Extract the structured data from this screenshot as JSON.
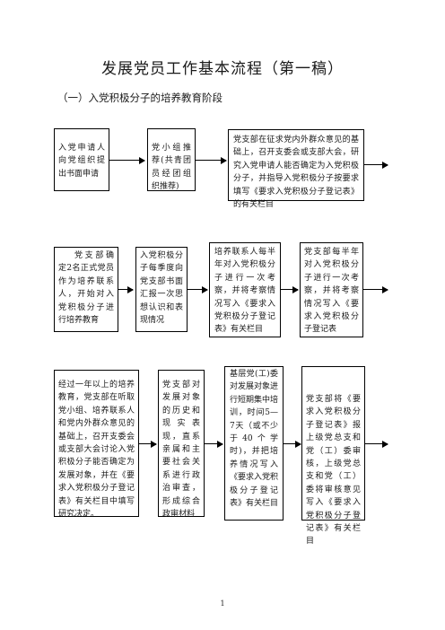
{
  "document": {
    "title": "发展党员工作基本流程（第一稿）",
    "section_heading": "（一）入党积极分子的培养教育阶段",
    "page_number": "1"
  },
  "row1": {
    "box1": "入党申请人向党组织提出书面申请",
    "box2": "党小组推荐(共青团员经团组织推荐)",
    "box3": "党支部在征求党内外群众意见的基础上，召开支委会或支部大会，研究入党申请人能否确定为入党积极分子，并指导入党积极分子按要求填写《要求入党积极分子登记表》的有关栏目"
  },
  "row2": {
    "box1": "党支部确定2名正式党员作为培养联系人，开始对入党积极分子进行培养教育",
    "box2": "入党积极分子每季度向党支部书面汇报一次思想认识和表现情况",
    "box3": "培养联系人每半年对入党积极分子进行一次考察，并将考察情况写入《要求入党积极分子登记表》有关栏目",
    "box4": "党支部每半年对入党积极分子进行一次考察，并将考察情况写入《要求入党积极分子登记表"
  },
  "row3": {
    "box1": "经过一年以上的培养教育，党支部在听取党小组、培养联系人和党内外群众意见的基础上，召开支委会或支部大会讨论入党积极分子能否确定为发展对象，并在《要求入党积极分子登记表》有关栏目中填写研究决定。",
    "box2": "党支部对发展对象的历史和现实表现，直系亲属和主要社会关系进行政治审查，形成综合政审材料",
    "box3": "基层党(工)委对发展对象进行短期集中培训，时间5—7天（或不少于40个学时)，并把培养情况写入《要求入党积极分子登记表》有关栏目",
    "box4": "党支部将《要求入党积极分子登记表》报上级党总支和党（工）委审核，上级党总支和党（工）委将审核意见写入《要求入党积极分子登记表》有关栏目"
  }
}
